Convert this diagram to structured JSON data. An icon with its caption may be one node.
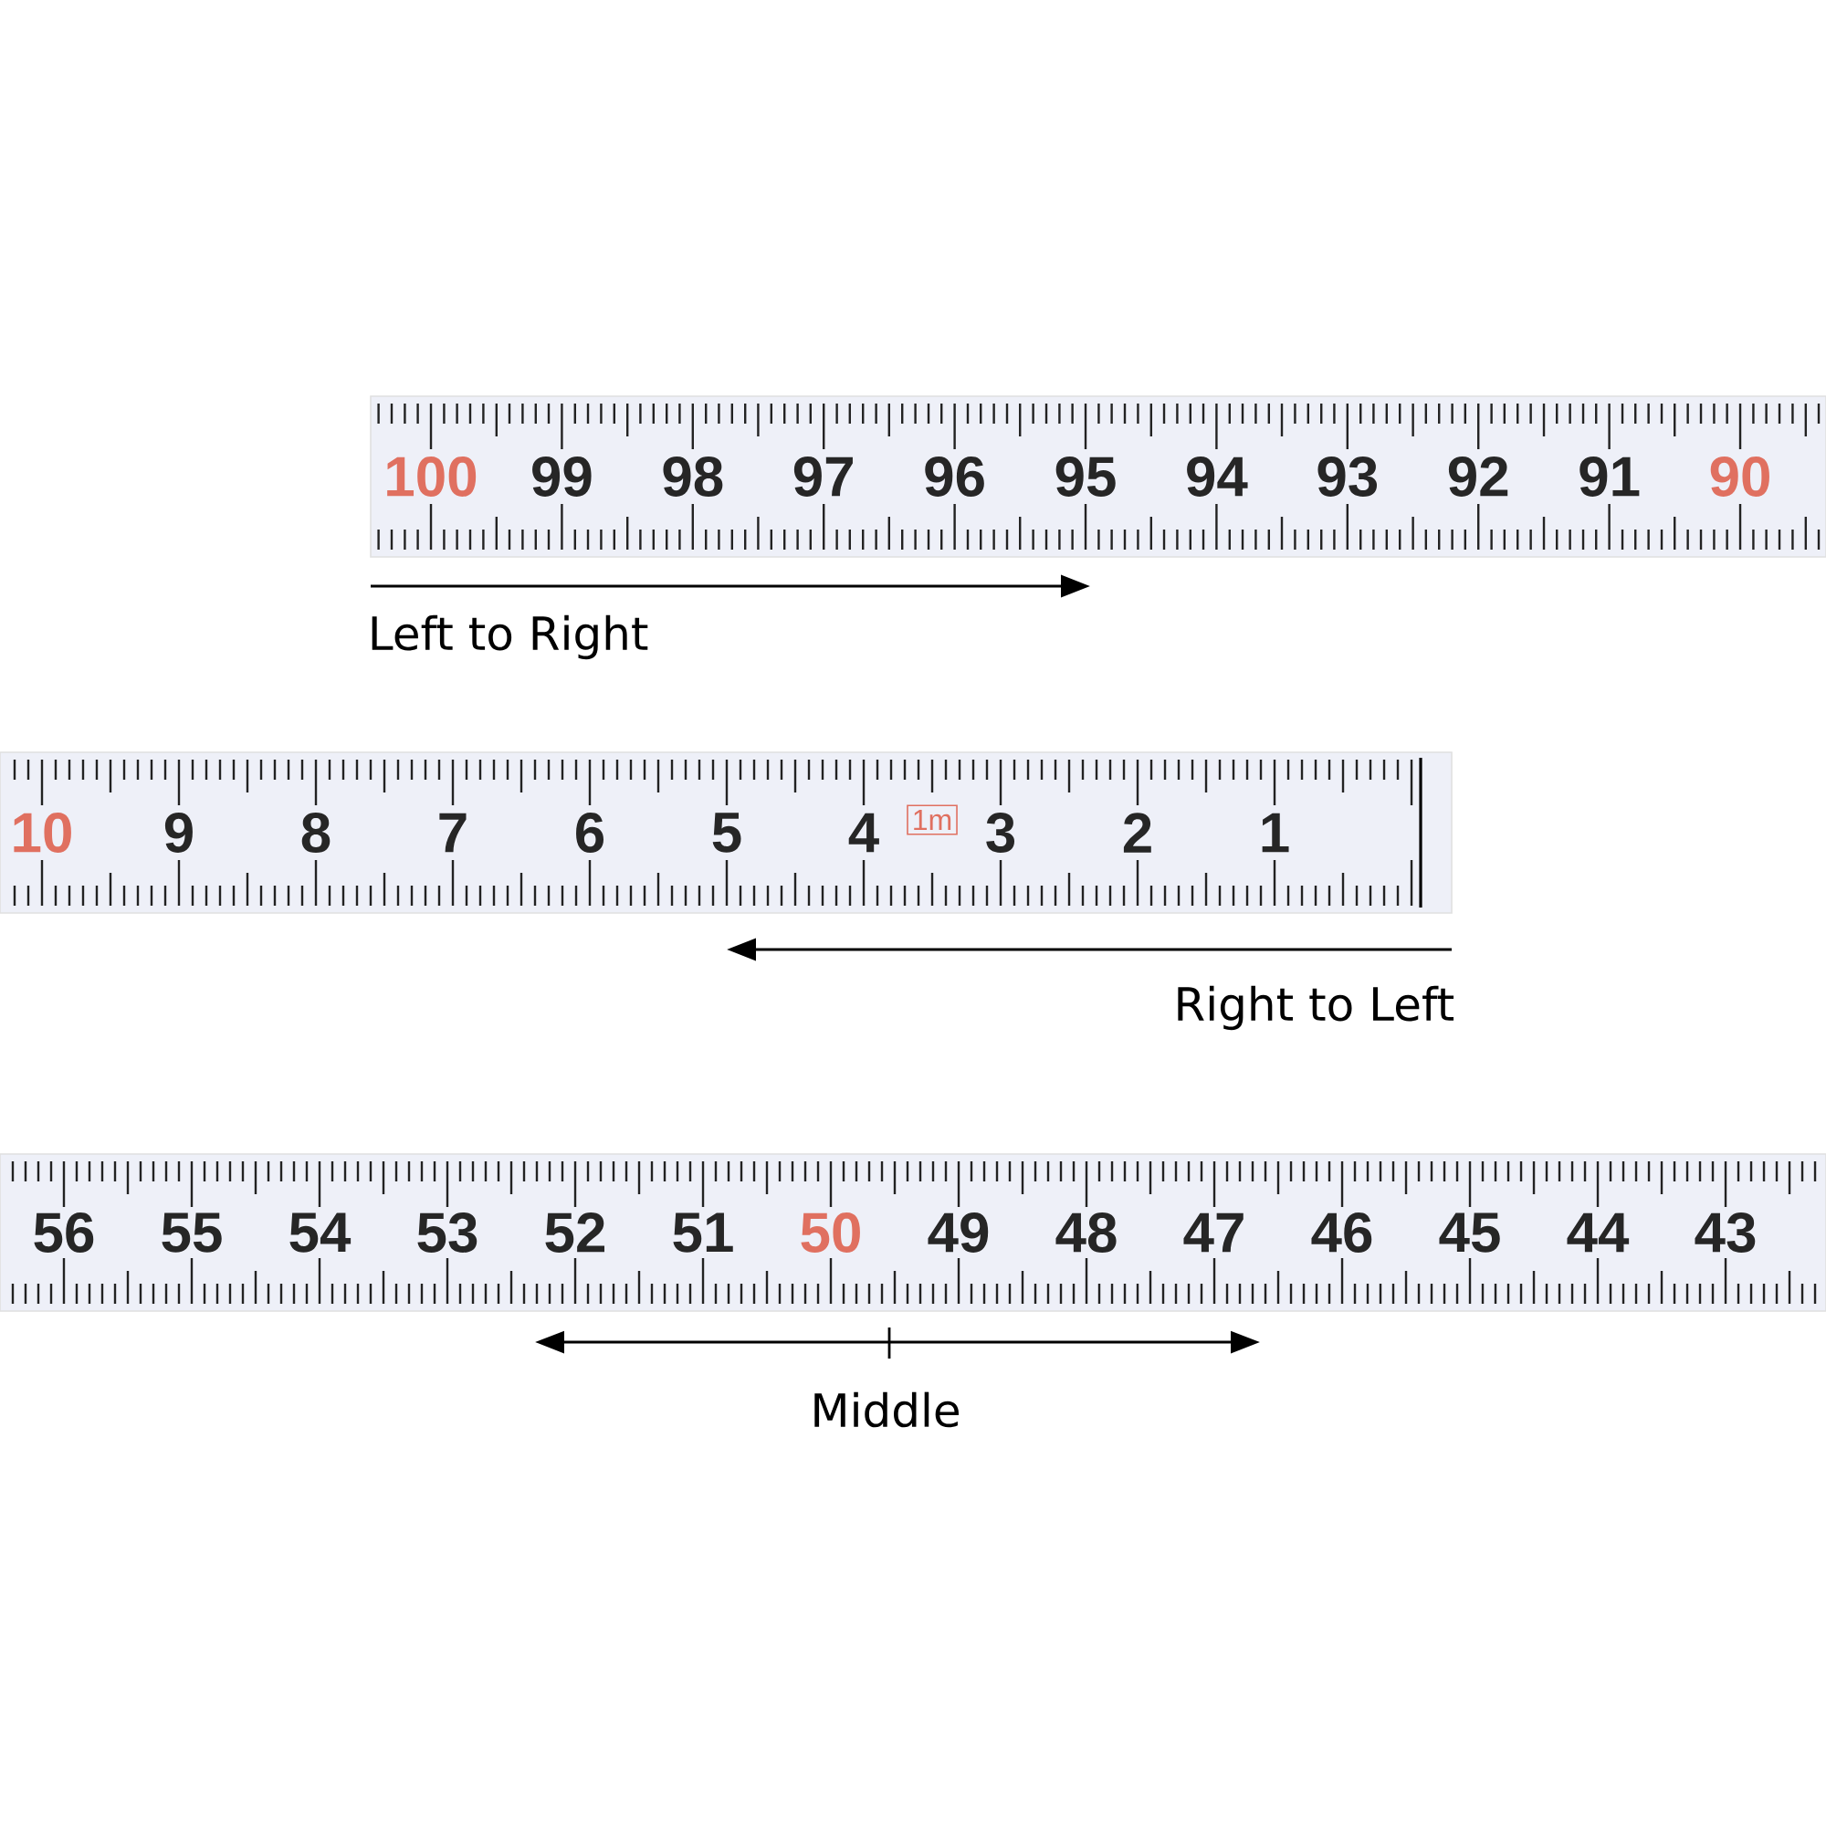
{
  "diagram": {
    "nodes": [
      {
        "text": [
          "100",
          "99",
          "98",
          "97",
          "96",
          "95",
          "94",
          "93",
          "92",
          "91",
          "90"
        ]
      },
      {
        "text": [
          "10",
          "9",
          "8",
          "7",
          "6",
          "5",
          "4",
          "1m",
          "3",
          "2",
          "1"
        ]
      },
      {
        "text": [
          "56",
          "55",
          "54",
          "53",
          "52",
          "51",
          "50",
          "49",
          "48",
          "47",
          "46",
          "45",
          "44",
          "43"
        ]
      }
    ],
    "labels": [
      "Left to Right",
      "Right to Left",
      "Middle"
    ]
  }
}
